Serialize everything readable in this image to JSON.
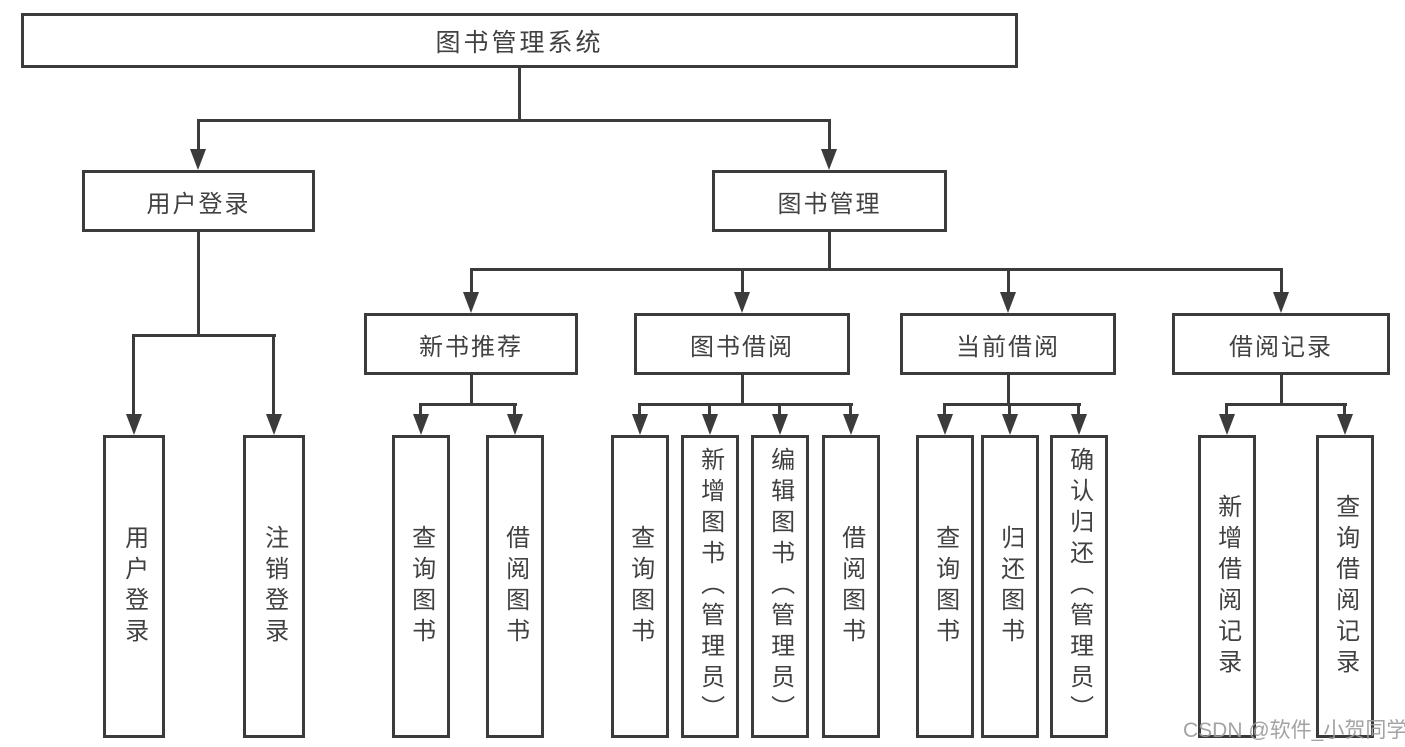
{
  "diagram_title": "图书管理系统",
  "colors": {
    "background": "#ffffff",
    "line": "#3b3b3b",
    "box_border": "#3b3b3b",
    "text": "#414141",
    "watermark": "#9c9c9c"
  },
  "tree": {
    "root": {
      "label": "图书管理系统"
    },
    "branches": [
      {
        "label": "用户登录",
        "children": [
          {
            "label": "用户登录"
          },
          {
            "label": "注销登录"
          }
        ]
      },
      {
        "label": "图书管理",
        "children": [
          {
            "label": "新书推荐",
            "children": [
              {
                "label": "查询图书"
              },
              {
                "label": "借阅图书"
              }
            ]
          },
          {
            "label": "图书借阅",
            "children": [
              {
                "label": "查询图书"
              },
              {
                "label": "新增图书（管理员）"
              },
              {
                "label": "编辑图书（管理员）"
              },
              {
                "label": "借阅图书"
              }
            ]
          },
          {
            "label": "当前借阅",
            "children": [
              {
                "label": "查询图书"
              },
              {
                "label": "归还图书"
              },
              {
                "label": "确认归还（管理员）"
              }
            ]
          },
          {
            "label": "借阅记录",
            "children": [
              {
                "label": "新增借阅记录"
              },
              {
                "label": "查询借阅记录"
              }
            ]
          }
        ]
      }
    ]
  },
  "watermark": {
    "text": "CSDN @软件_小贺同学"
  }
}
